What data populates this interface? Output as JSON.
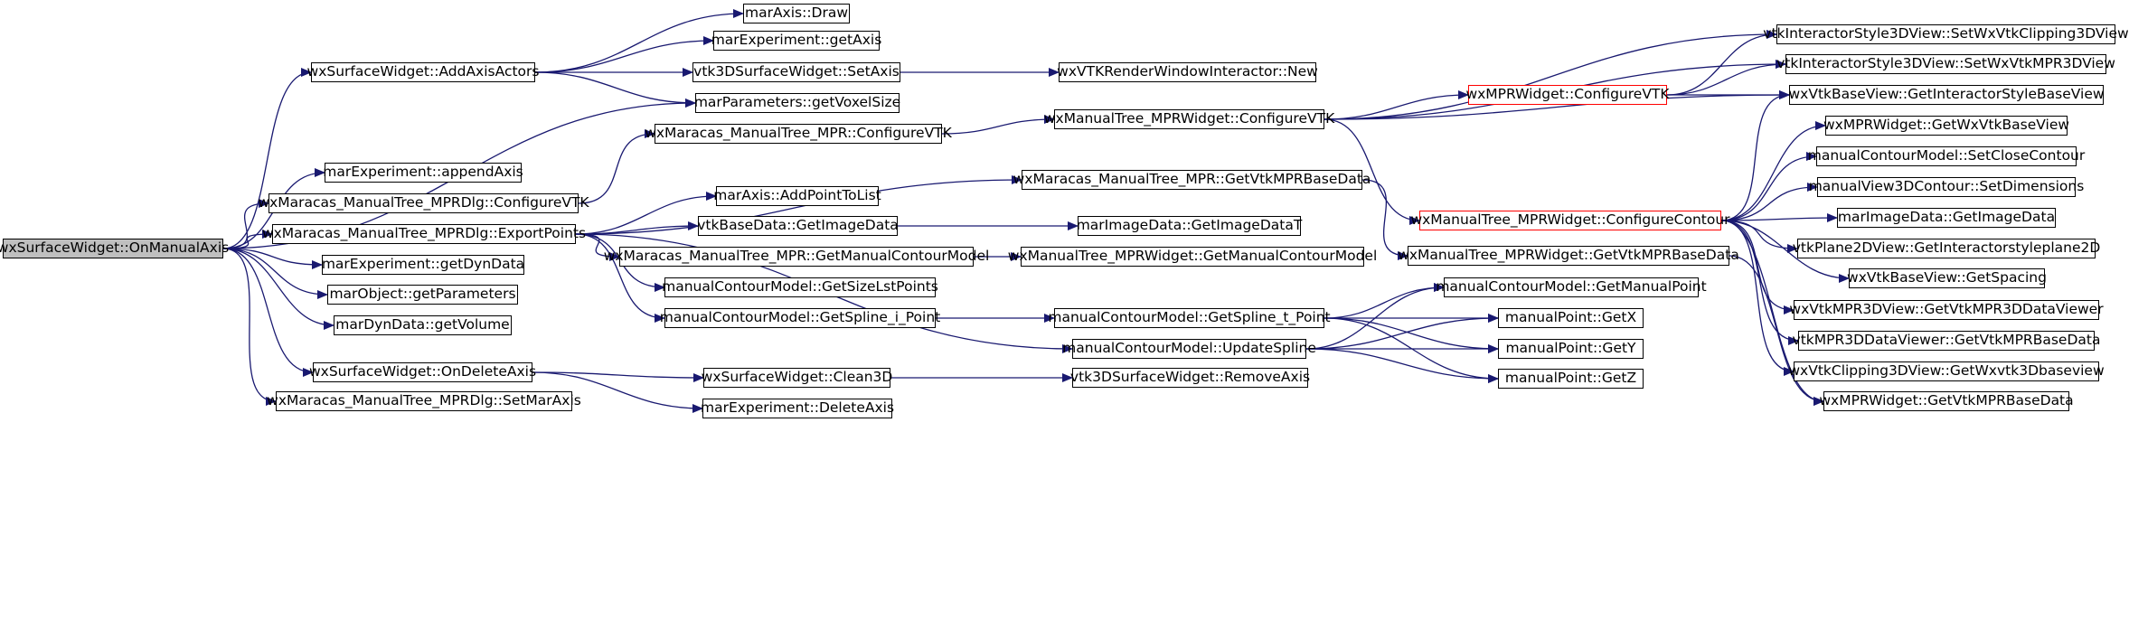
{
  "diagram": {
    "type": "call-graph",
    "colors": {
      "edge": "#191970",
      "node_border": "#000000",
      "root_fill": "#bfbfbf",
      "highlight_border": "#ff0000",
      "background": "#ffffff"
    },
    "nodes": [
      {
        "id": "root",
        "label": "wxSurfaceWidget::OnManualAxis",
        "style": "root"
      },
      {
        "id": "addAxisActors",
        "label": "wxSurfaceWidget::AddAxisActors"
      },
      {
        "id": "marAxisDraw",
        "label": "marAxis::Draw"
      },
      {
        "id": "marExpGetAxis",
        "label": "marExperiment::getAxis"
      },
      {
        "id": "vtk3dSetAxis",
        "label": "vtk3DSurfaceWidget::SetAxis"
      },
      {
        "id": "wxVtkRWINew",
        "label": "wxVTKRenderWindowInteractor::New"
      },
      {
        "id": "marParamVoxel",
        "label": "marParameters::getVoxelSize"
      },
      {
        "id": "marExpAppendAxis",
        "label": "marExperiment::appendAxis"
      },
      {
        "id": "dlgConfigureVTK",
        "label": "wxMaracas_ManualTree_MPRDlg::ConfigureVTK"
      },
      {
        "id": "mprConfigureVTK",
        "label": "wxMaracas_ManualTree_MPR::ConfigureVTK"
      },
      {
        "id": "mprWidgetConfigureVTK",
        "label": "wxManualTree_MPRWidget::ConfigureVTK"
      },
      {
        "id": "is3dClipping",
        "label": "vtkInteractorStyle3DView::SetWxVtkClipping3DView"
      },
      {
        "id": "is3dMPR",
        "label": "vtkInteractorStyle3DView::SetWxVtkMPR3DView"
      },
      {
        "id": "wxMPRConfigureVTK",
        "label": "wxMPRWidget::ConfigureVTK",
        "style": "red"
      },
      {
        "id": "baseViewGetIS",
        "label": "wxVtkBaseView::GetInteractorStyleBaseView"
      },
      {
        "id": "wxMPRGetBaseView",
        "label": "wxMPRWidget::GetWxVtkBaseView"
      },
      {
        "id": "mcmSetClose",
        "label": "manualContourModel::SetCloseContour"
      },
      {
        "id": "mv3dSetDims",
        "label": "manualView3DContour::SetDimensions"
      },
      {
        "id": "mprWidgetConfigureContour",
        "label": "wxManualTree_MPRWidget::ConfigureContour",
        "style": "red"
      },
      {
        "id": "marImgGetImageData",
        "label": "marImageData::GetImageData"
      },
      {
        "id": "plane2dGetIS",
        "label": "vtkPlane2DView::GetInteractorstyleplane2D"
      },
      {
        "id": "baseViewGetSpacing",
        "label": "wxVtkBaseView::GetSpacing"
      },
      {
        "id": "mpr3dGetViewer",
        "label": "wxVtkMPR3DView::GetVtkMPR3DDataViewer"
      },
      {
        "id": "mpr3dViewerGetBase",
        "label": "vtkMPR3DDataViewer::GetVtkMPRBaseData"
      },
      {
        "id": "clip3dGetBaseview",
        "label": "wxVtkClipping3DView::GetWxvtk3Dbaseview"
      },
      {
        "id": "wxMPRGetBaseData",
        "label": "wxMPRWidget::GetVtkMPRBaseData"
      },
      {
        "id": "dlgExportPoints",
        "label": "wxMaracas_ManualTree_MPRDlg::ExportPoints"
      },
      {
        "id": "mprGetBaseData",
        "label": "wxMaracas_ManualTree_MPR::GetVtkMPRBaseData"
      },
      {
        "id": "mprWidgetGetBaseData",
        "label": "wxManualTree_MPRWidget::GetVtkMPRBaseData"
      },
      {
        "id": "marAxisAddPoint",
        "label": "marAxis::AddPointToList"
      },
      {
        "id": "vtkBaseGetImageData",
        "label": "vtkBaseData::GetImageData"
      },
      {
        "id": "marImgGetImageDataT",
        "label": "marImageData::GetImageDataT"
      },
      {
        "id": "mprGetManualContour",
        "label": "wxMaracas_ManualTree_MPR::GetManualContourModel"
      },
      {
        "id": "mprWidgetGetManualContour",
        "label": "wxManualTree_MPRWidget::GetManualContourModel"
      },
      {
        "id": "mcmGetSizeLst",
        "label": "manualContourModel::GetSizeLstPoints"
      },
      {
        "id": "mcmGetManualPoint",
        "label": "manualContourModel::GetManualPoint"
      },
      {
        "id": "mcmGetSplineI",
        "label": "manualContourModel::GetSpline_i_Point"
      },
      {
        "id": "mcmGetSplineT",
        "label": "manualContourModel::GetSpline_t_Point"
      },
      {
        "id": "mpGetX",
        "label": "manualPoint::GetX"
      },
      {
        "id": "mcmUpdateSpline",
        "label": "manualContourModel::UpdateSpline"
      },
      {
        "id": "mpGetY",
        "label": "manualPoint::GetY"
      },
      {
        "id": "mpGetZ",
        "label": "manualPoint::GetZ"
      },
      {
        "id": "marExpGetDynData",
        "label": "marExperiment::getDynData"
      },
      {
        "id": "marObjGetParams",
        "label": "marObject::getParameters"
      },
      {
        "id": "marDynGetVolume",
        "label": "marDynData::getVolume"
      },
      {
        "id": "onDeleteAxis",
        "label": "wxSurfaceWidget::OnDeleteAxis"
      },
      {
        "id": "clean3D",
        "label": "wxSurfaceWidget::Clean3D"
      },
      {
        "id": "vtk3dRemoveAxis",
        "label": "vtk3DSurfaceWidget::RemoveAxis"
      },
      {
        "id": "marExpDeleteAxis",
        "label": "marExperiment::DeleteAxis"
      },
      {
        "id": "dlgSetMarAxis",
        "label": "wxMaracas_ManualTree_MPRDlg::SetMarAxis"
      }
    ],
    "edges": [
      [
        "root",
        "addAxisActors"
      ],
      [
        "root",
        "marParamVoxel"
      ],
      [
        "root",
        "marExpAppendAxis"
      ],
      [
        "root",
        "dlgConfigureVTK"
      ],
      [
        "root",
        "dlgExportPoints"
      ],
      [
        "root",
        "marExpGetDynData"
      ],
      [
        "root",
        "marObjGetParams"
      ],
      [
        "root",
        "marDynGetVolume"
      ],
      [
        "root",
        "onDeleteAxis"
      ],
      [
        "root",
        "dlgSetMarAxis"
      ],
      [
        "addAxisActors",
        "marAxisDraw"
      ],
      [
        "addAxisActors",
        "marExpGetAxis"
      ],
      [
        "addAxisActors",
        "vtk3dSetAxis"
      ],
      [
        "addAxisActors",
        "marParamVoxel"
      ],
      [
        "vtk3dSetAxis",
        "wxVtkRWINew"
      ],
      [
        "dlgConfigureVTK",
        "mprConfigureVTK"
      ],
      [
        "mprConfigureVTK",
        "mprWidgetConfigureVTK"
      ],
      [
        "mprWidgetConfigureVTK",
        "is3dClipping"
      ],
      [
        "mprWidgetConfigureVTK",
        "is3dMPR"
      ],
      [
        "mprWidgetConfigureVTK",
        "wxMPRConfigureVTK"
      ],
      [
        "mprWidgetConfigureVTK",
        "baseViewGetIS"
      ],
      [
        "mprWidgetConfigureVTK",
        "mprWidgetConfigureContour"
      ],
      [
        "wxMPRConfigureVTK",
        "is3dClipping"
      ],
      [
        "wxMPRConfigureVTK",
        "is3dMPR"
      ],
      [
        "wxMPRConfigureVTK",
        "baseViewGetIS"
      ],
      [
        "mprWidgetConfigureContour",
        "baseViewGetIS"
      ],
      [
        "mprWidgetConfigureContour",
        "wxMPRGetBaseView"
      ],
      [
        "mprWidgetConfigureContour",
        "mcmSetClose"
      ],
      [
        "mprWidgetConfigureContour",
        "mv3dSetDims"
      ],
      [
        "mprWidgetConfigureContour",
        "marImgGetImageData"
      ],
      [
        "mprWidgetConfigureContour",
        "plane2dGetIS"
      ],
      [
        "mprWidgetConfigureContour",
        "baseViewGetSpacing"
      ],
      [
        "mprWidgetConfigureContour",
        "mpr3dGetViewer"
      ],
      [
        "mprWidgetConfigureContour",
        "mpr3dViewerGetBase"
      ],
      [
        "mprWidgetConfigureContour",
        "clip3dGetBaseview"
      ],
      [
        "mprWidgetConfigureContour",
        "wxMPRGetBaseData"
      ],
      [
        "dlgExportPoints",
        "mprGetBaseData"
      ],
      [
        "dlgExportPoints",
        "marAxisAddPoint"
      ],
      [
        "dlgExportPoints",
        "vtkBaseGetImageData"
      ],
      [
        "dlgExportPoints",
        "mprGetManualContour"
      ],
      [
        "dlgExportPoints",
        "mcmGetSizeLst"
      ],
      [
        "dlgExportPoints",
        "mcmGetSplineI"
      ],
      [
        "dlgExportPoints",
        "mcmUpdateSpline"
      ],
      [
        "mprGetBaseData",
        "mprWidgetGetBaseData"
      ],
      [
        "mprWidgetGetBaseData",
        "wxMPRGetBaseData"
      ],
      [
        "vtkBaseGetImageData",
        "marImgGetImageDataT"
      ],
      [
        "mprGetManualContour",
        "mprWidgetGetManualContour"
      ],
      [
        "mcmGetSplineI",
        "mcmGetSplineT"
      ],
      [
        "mcmGetSplineT",
        "mcmGetManualPoint"
      ],
      [
        "mcmGetSplineT",
        "mpGetX"
      ],
      [
        "mcmGetSplineT",
        "mpGetY"
      ],
      [
        "mcmGetSplineT",
        "mpGetZ"
      ],
      [
        "mcmUpdateSpline",
        "mcmGetManualPoint"
      ],
      [
        "mcmUpdateSpline",
        "mpGetX"
      ],
      [
        "mcmUpdateSpline",
        "mpGetY"
      ],
      [
        "mcmUpdateSpline",
        "mpGetZ"
      ],
      [
        "onDeleteAxis",
        "clean3D"
      ],
      [
        "onDeleteAxis",
        "marExpDeleteAxis"
      ],
      [
        "clean3D",
        "vtk3dRemoveAxis"
      ]
    ]
  }
}
